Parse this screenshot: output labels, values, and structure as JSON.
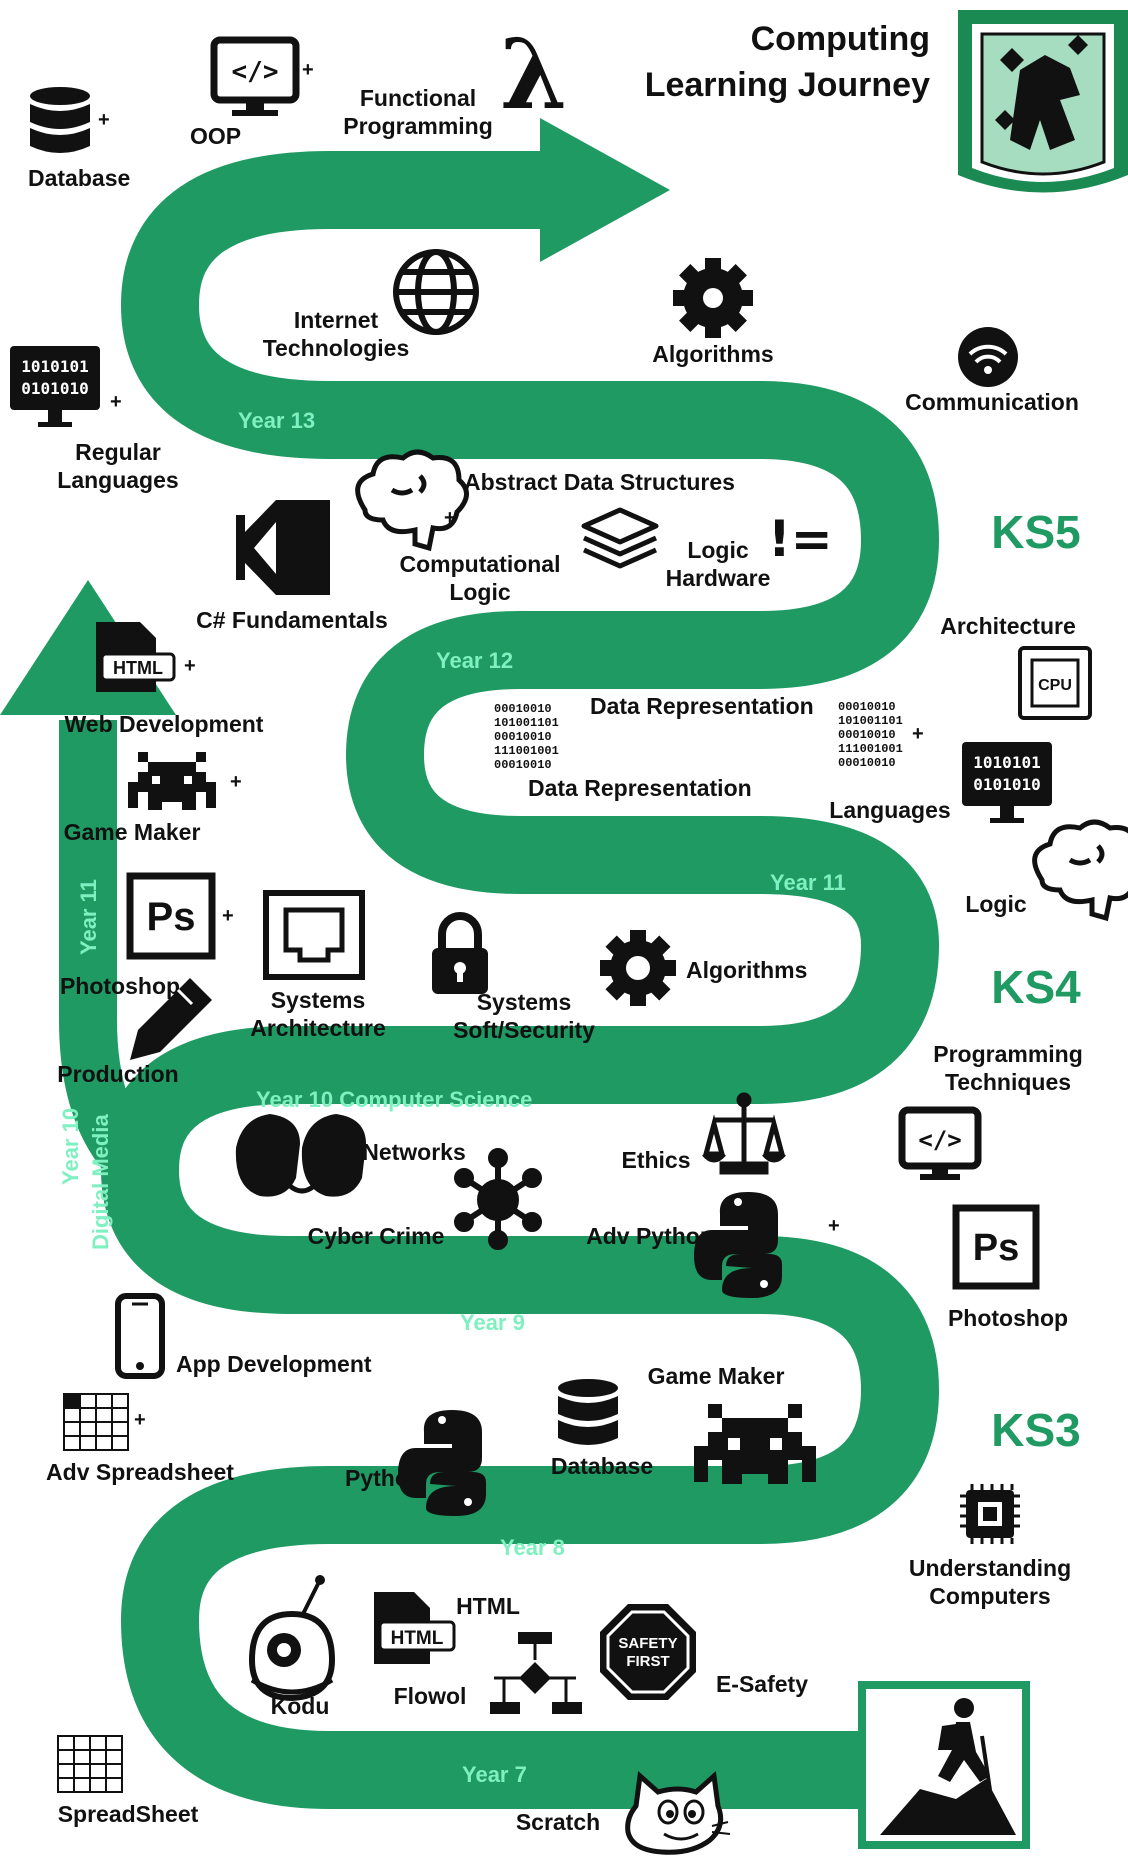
{
  "title": {
    "line1": "Computing",
    "line2": "Learning Journey"
  },
  "colors": {
    "path": "#1f9a63",
    "year_label": "#7ff0c0",
    "ks_label": "#1f9a63",
    "shield": "#1a8a52"
  },
  "key_stages": [
    "KS5",
    "KS4",
    "KS3"
  ],
  "years": {
    "y13": "Year 13",
    "y12": "Year 12",
    "y11": "Year 11",
    "y10": "Year 10 Computer Science",
    "y9": "Year 9",
    "y8": "Year 8",
    "y7": "Year 7",
    "dm_y11": "Year 11",
    "dm_y10": "Year 10",
    "dm_name": "Digital Media"
  },
  "plus": "+",
  "topics": {
    "database_top": "Database",
    "oop": "OOP",
    "functional": [
      "Functional",
      "Programming"
    ],
    "internet": [
      "Internet",
      "Technologies"
    ],
    "algorithms_top": "Algorithms",
    "communication": "Communication",
    "regular_lang": [
      "Regular",
      "Languages"
    ],
    "abstract_ds": "Abstract Data Structures",
    "comp_logic": [
      "Computational",
      "Logic"
    ],
    "logic_hw": [
      "Logic",
      "Hardware"
    ],
    "csharp": "C# Fundamentals",
    "architecture": "Architecture",
    "cpu_text": "CPU",
    "data_rep_1": "Data Representation",
    "data_rep_2": "Data Representation",
    "languages": "Languages",
    "logic": "Logic",
    "web_dev": "Web Development",
    "game_maker_dm": "Game Maker",
    "photoshop_dm": "Photoshop",
    "production": "Production",
    "sys_arch": [
      "Systems",
      "Architecture"
    ],
    "sys_sec": [
      "Systems",
      "Soft/Security"
    ],
    "algorithms_mid": "Algorithms",
    "prog_tech": [
      "Programming",
      "Techniques"
    ],
    "networks": "Networks",
    "cyber_crime": "Cyber Crime",
    "ethics": "Ethics",
    "adv_python": "Adv Python",
    "photoshop": "Photoshop",
    "app_dev": "App Development",
    "adv_spreadsheet": "Adv Spreadsheet",
    "game_maker": "Game Maker",
    "python": "Python",
    "database": "Database",
    "understanding": [
      "Understanding",
      "Computers"
    ],
    "html": "HTML",
    "kodu": "Kodu",
    "flowol": "Flowol",
    "esafety": "E-Safety",
    "safety_sign": [
      "SAFETY",
      "FIRST"
    ],
    "spreadsheet": "SpreadSheet",
    "scratch": "Scratch"
  },
  "icons": [
    "database-icon",
    "code-monitor-icon",
    "lambda-icon",
    "globe-icon",
    "gear-icon",
    "wifi-icon",
    "binary-monitor-icon",
    "brain-icon",
    "visual-studio-icon",
    "layers-icon",
    "not-equal-icon",
    "cpu-icon",
    "html-file-icon",
    "space-invader-icon",
    "photoshop-icon",
    "ethernet-port-icon",
    "padlock-icon",
    "pencil-icon",
    "handcuffs-icon",
    "network-hub-icon",
    "scales-icon",
    "python-icon",
    "phone-icon",
    "spreadsheet-icon",
    "chip-icon",
    "kodu-robot-icon",
    "flowchart-icon",
    "safety-sign-icon",
    "scratch-cat-icon",
    "hiker-icon",
    "school-crest-icon"
  ]
}
